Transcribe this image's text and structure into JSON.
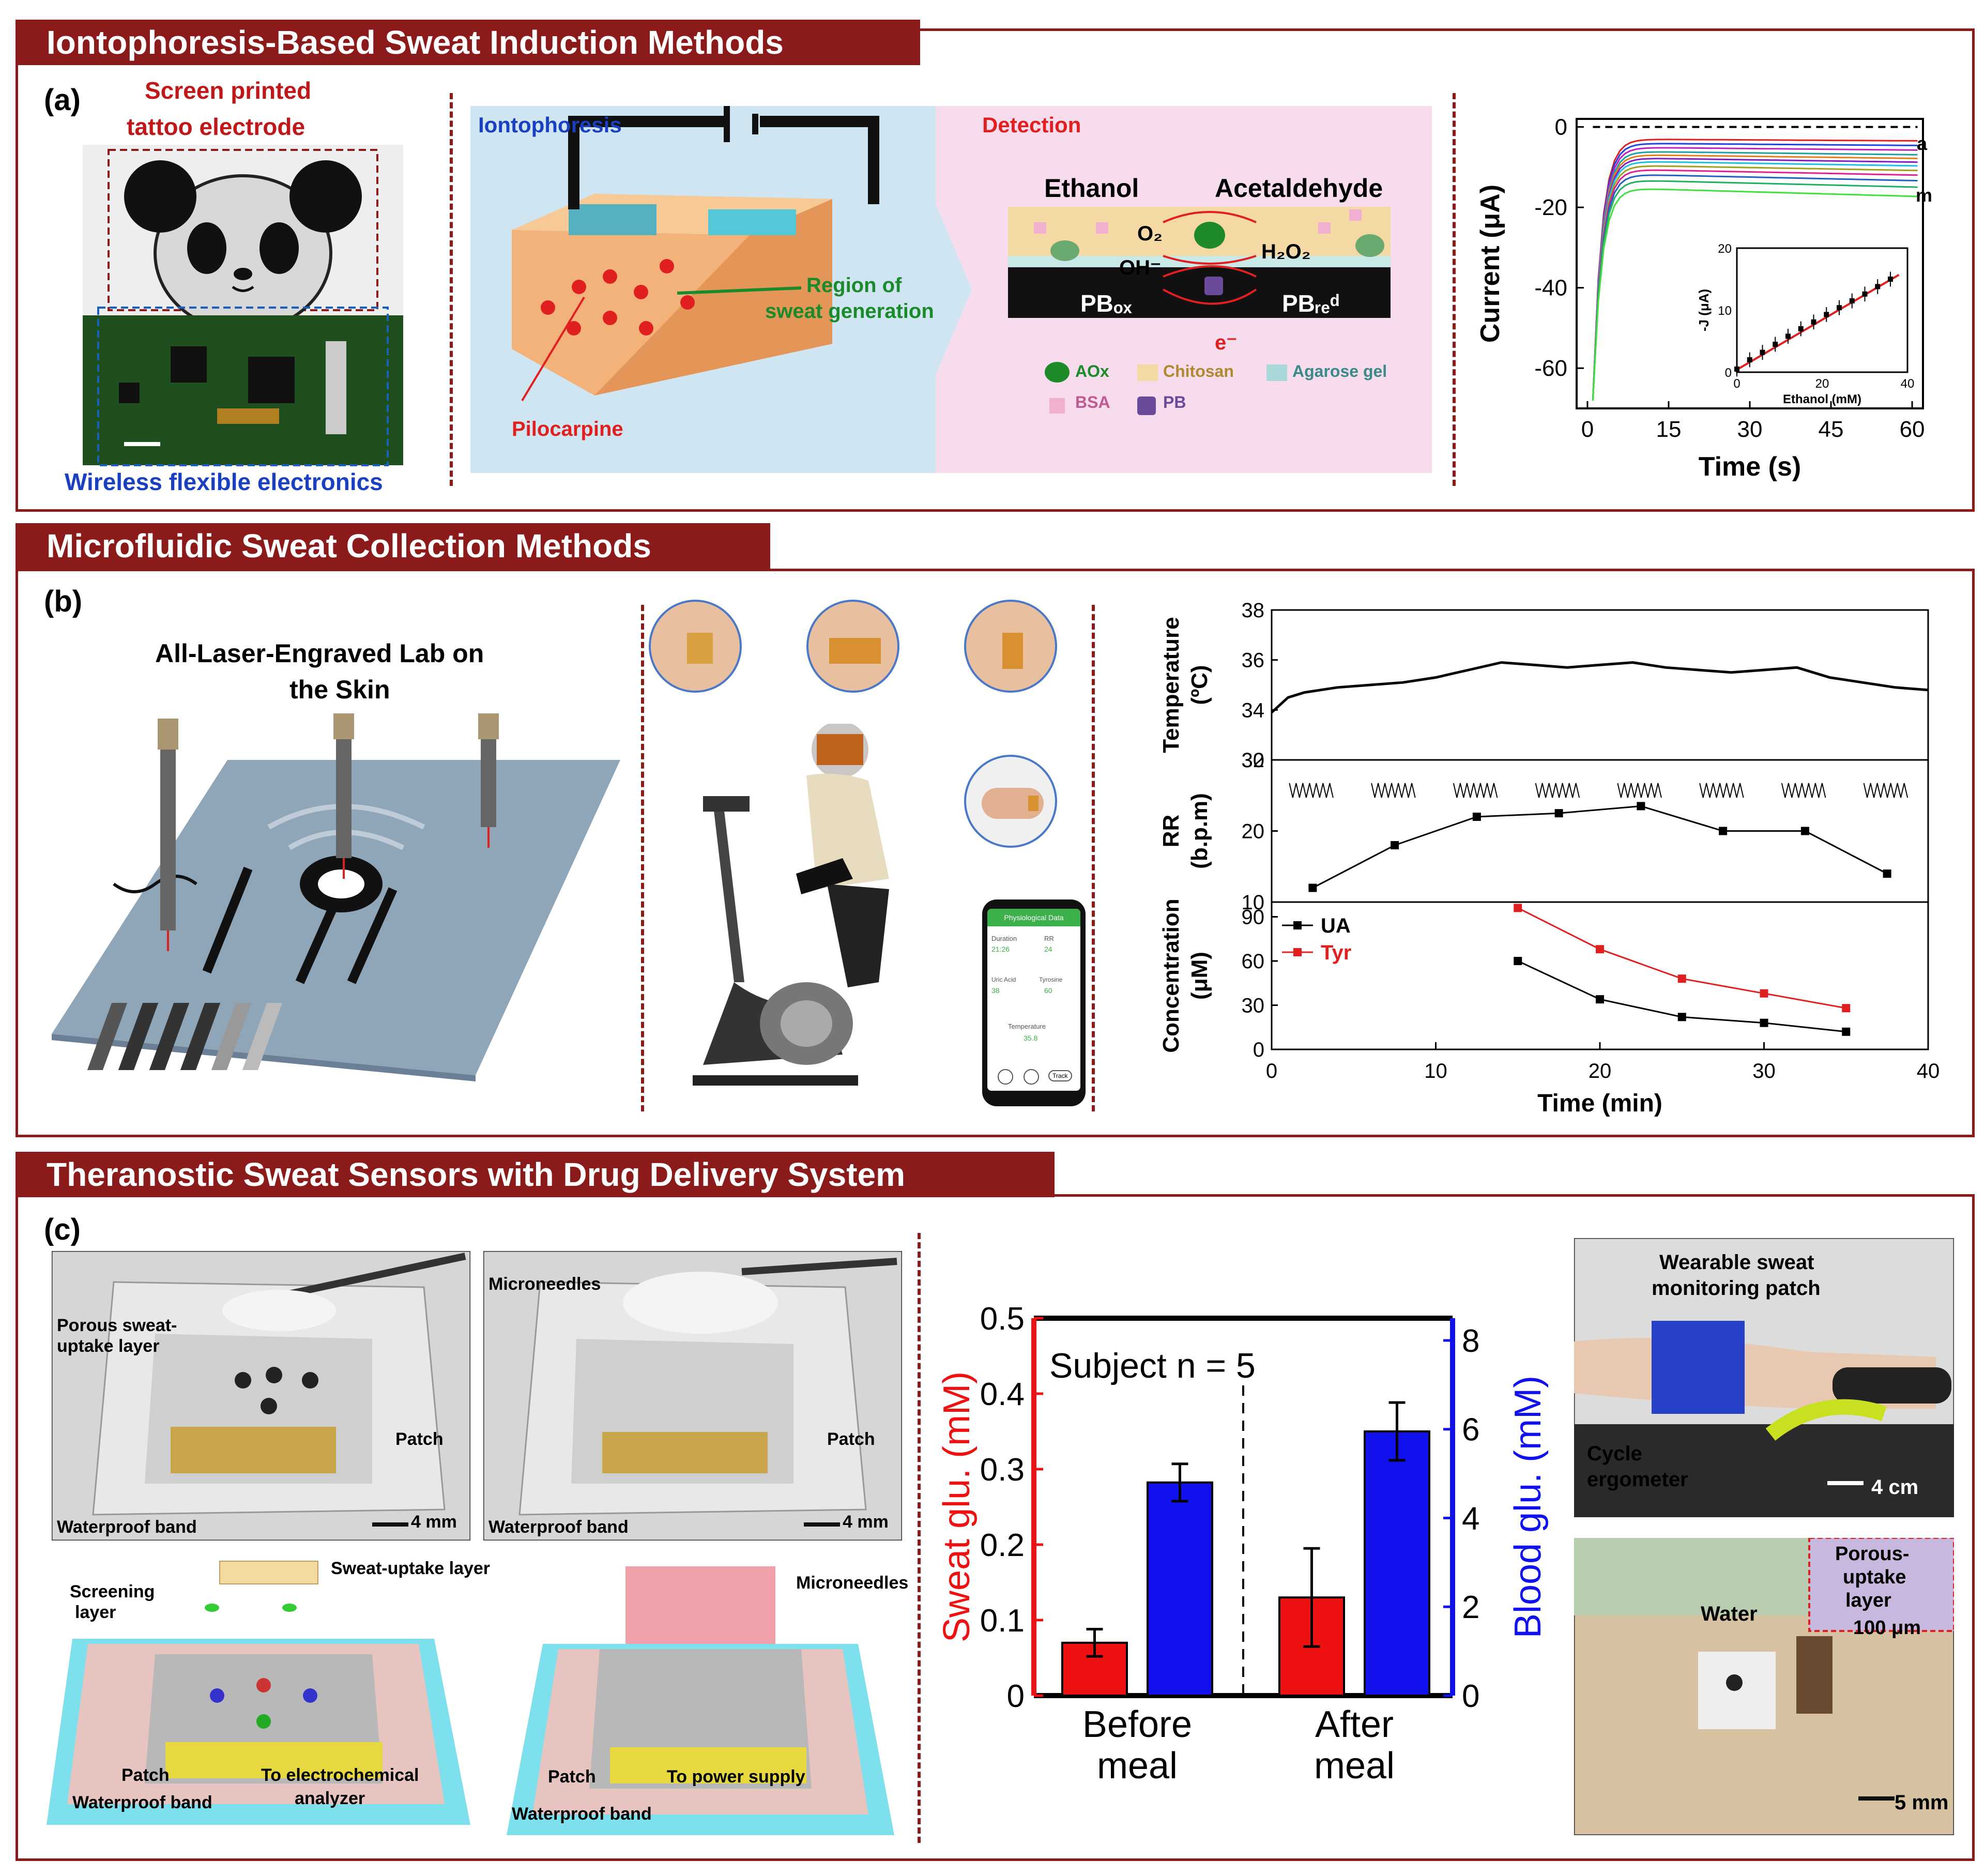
{
  "section_a": {
    "banner": "Iontophoresis-Based Sweat Induction Methods",
    "label": "(a)",
    "tattoo_label_l1": "Screen printed",
    "tattoo_label_l2": "tattoo electrode",
    "wireless_label": "Wireless flexible electronics",
    "ionto_title": "Iontophoresis",
    "detection_title": "Detection",
    "region_l1": "Region of",
    "region_l2": "sweat generation",
    "pilocarpine": "Pilocarpine",
    "ethanol": "Ethanol",
    "acetaldehyde": "Acetaldehyde",
    "o2": "O₂",
    "oh": "OH⁻",
    "h2o2": "H₂O₂",
    "pbox": "PBₒₓ",
    "pbred": "PBᵣₑᵈ",
    "electron": "e⁻",
    "legend_aox": "AOx",
    "legend_chitosan": "Chitosan",
    "legend_agarose": "Agarose gel",
    "legend_bsa": "BSA",
    "legend_pb": "PB",
    "colors": {
      "dark_red": "#8b1a1a",
      "blue_label": "#1a3fc0",
      "red_label": "#e0201e",
      "green_label": "#1a8a2a"
    }
  },
  "section_b": {
    "banner": "Microfluidic Sweat Collection Methods",
    "label": "(b)",
    "lab_title_l1": "All-Laser-Engraved Lab on",
    "lab_title_l2": "the Skin",
    "phone": {
      "header": "Physiological Data",
      "duration_label": "Duration",
      "duration_value": "21:26",
      "rr_label": "RR",
      "rr_value": "24",
      "uric_label": "Uric Acid",
      "uric_value": "38",
      "tyr_label": "Tyrosine",
      "tyr_value": "60",
      "temp_label": "Temperature",
      "temp_value": "35.8",
      "track_btn": "Track"
    }
  },
  "section_c": {
    "banner": "Theranostic Sweat Sensors with Drug Delivery System",
    "label": "(c)",
    "photo1": {
      "porous_l1": "Porous sweat-",
      "porous_l2": "uptake layer",
      "patch": "Patch",
      "waterproof": "Waterproof band",
      "scale": "4 mm"
    },
    "photo2": {
      "microneedles": "Microneedles",
      "patch": "Patch",
      "waterproof": "Waterproof band",
      "scale": "4 mm"
    },
    "diagram1": {
      "sweat_uptake": "Sweat-uptake layer",
      "screening_l1": "Screening",
      "screening_l2": "layer",
      "patch": "Patch",
      "analyzer_l1": "To electrochemical",
      "analyzer_l2": "analyzer",
      "waterproof": "Waterproof band"
    },
    "diagram2": {
      "microneedles": "Microneedles",
      "patch": "Patch",
      "power": "To power supply",
      "waterproof": "Waterproof band"
    },
    "photo3": {
      "wearable_l1": "Wearable sweat",
      "wearable_l2": "monitoring patch",
      "cycle_l1": "Cycle",
      "cycle_l2": "ergometer",
      "scale": "4 cm"
    },
    "photo4": {
      "water": "Water",
      "porous_l1": "Porous-",
      "porous_l2": "uptake",
      "porous_l3": "layer",
      "scale_inset": "100 μm",
      "scale": "5 mm"
    }
  },
  "chart_data": [
    {
      "type": "line",
      "ylabel": "Current (μA)",
      "xlabel": "Time (s)",
      "xlim": [
        -2,
        62
      ],
      "ylim": [
        -70,
        2
      ],
      "xticks": [
        0,
        15,
        30,
        45,
        60
      ],
      "yticks": [
        0,
        -20,
        -40,
        -60
      ],
      "series_label_start": "a",
      "series_label_end": "m",
      "series": [
        {
          "color": "#000000",
          "dashed": true,
          "steady": 0
        },
        {
          "color": "#e02020",
          "steady": -3
        },
        {
          "color": "#2040e0",
          "steady": -4
        },
        {
          "color": "#c020c0",
          "steady": -5
        },
        {
          "color": "#20a0a0",
          "steady": -6
        },
        {
          "color": "#e08020",
          "steady": -6.8
        },
        {
          "color": "#8020c0",
          "steady": -7.6
        },
        {
          "color": "#20c0e0",
          "steady": -8.4
        },
        {
          "color": "#a0a020",
          "steady": -9.4
        },
        {
          "color": "#e02090",
          "steady": -10.4
        },
        {
          "color": "#2060c0",
          "steady": -11.6
        },
        {
          "color": "#20b060",
          "steady": -13
        },
        {
          "color": "#40e040",
          "steady": -15
        }
      ],
      "inset": {
        "ylabel": "-J (μA)",
        "xlabel": "Ethanol (mM)",
        "xlim": [
          0,
          40
        ],
        "ylim": [
          0,
          20
        ],
        "xticks": [
          0,
          20,
          40
        ],
        "yticks": [
          0,
          10,
          20
        ],
        "x": [
          0,
          3,
          6,
          9,
          12,
          15,
          18,
          21,
          24,
          27,
          30,
          33,
          36
        ],
        "y": [
          0.5,
          2.0,
          3.2,
          4.5,
          5.8,
          7.0,
          8.1,
          9.3,
          10.4,
          11.5,
          12.6,
          13.8,
          15.0
        ]
      }
    },
    {
      "type": "line",
      "xlabel": "Time (min)",
      "xlim": [
        0,
        40
      ],
      "xticks": [
        0,
        10,
        20,
        30,
        40
      ],
      "panels": [
        {
          "ylabel_l1": "Temperature",
          "ylabel_l2": "(ºC)",
          "ylim": [
            32,
            38
          ],
          "yticks": [
            32,
            34,
            36,
            38
          ],
          "x": [
            0,
            1,
            2,
            4,
            6,
            8,
            10,
            12,
            14,
            16,
            18,
            20,
            22,
            24,
            26,
            28,
            30,
            32,
            34,
            36,
            38,
            40
          ],
          "y": [
            33.9,
            34.5,
            34.7,
            34.9,
            35.0,
            35.1,
            35.3,
            35.6,
            35.9,
            35.8,
            35.7,
            35.8,
            35.9,
            35.7,
            35.6,
            35.5,
            35.6,
            35.7,
            35.3,
            35.1,
            34.9,
            34.8
          ]
        },
        {
          "ylabel_l1": "RR",
          "ylabel_l2": "(b.p.m)",
          "ylim": [
            10,
            30
          ],
          "yticks": [
            10,
            20,
            30
          ],
          "x": [
            2.5,
            7.5,
            12.5,
            17.5,
            22.5,
            27.5,
            32.5,
            37.5
          ],
          "y": [
            12,
            18,
            22,
            22.5,
            23.5,
            20,
            20,
            14
          ]
        },
        {
          "ylabel_l1": "Concentration",
          "ylabel_l2": "(μM)",
          "ylim": [
            0,
            100
          ],
          "yticks": [
            0,
            30,
            60,
            90
          ],
          "series": [
            {
              "name": "UA",
              "color": "#000000",
              "x": [
                15,
                20,
                25,
                30,
                35
              ],
              "y": [
                60,
                34,
                22,
                18,
                12
              ]
            },
            {
              "name": "Tyr",
              "color": "#e02020",
              "x": [
                15,
                20,
                25,
                30,
                35
              ],
              "y": [
                96,
                68,
                48,
                38,
                28
              ]
            }
          ]
        }
      ]
    },
    {
      "type": "bar",
      "title": "Subject n = 5",
      "categories": [
        "Before meal",
        "After meal"
      ],
      "ylabel_left": "Sweat glu. (mM)",
      "ylabel_right": "Blood glu. (mM)",
      "ylim_left": [
        0,
        0.5
      ],
      "ylim_right": [
        0,
        8.5
      ],
      "yticks_left": [
        "0",
        "0.1",
        "0.2",
        "0.3",
        "0.4",
        "0.5"
      ],
      "yticks_right": [
        "0",
        "2",
        "4",
        "6",
        "8"
      ],
      "series": [
        {
          "name": "Sweat glu.",
          "axis": "left",
          "color": "#ee1111",
          "values": [
            0.07,
            0.13
          ],
          "errors": [
            0.018,
            0.065
          ]
        },
        {
          "name": "Blood glu.",
          "axis": "right",
          "color": "#1111ee",
          "values": [
            4.8,
            5.95
          ],
          "errors": [
            0.42,
            0.65
          ]
        }
      ]
    }
  ]
}
